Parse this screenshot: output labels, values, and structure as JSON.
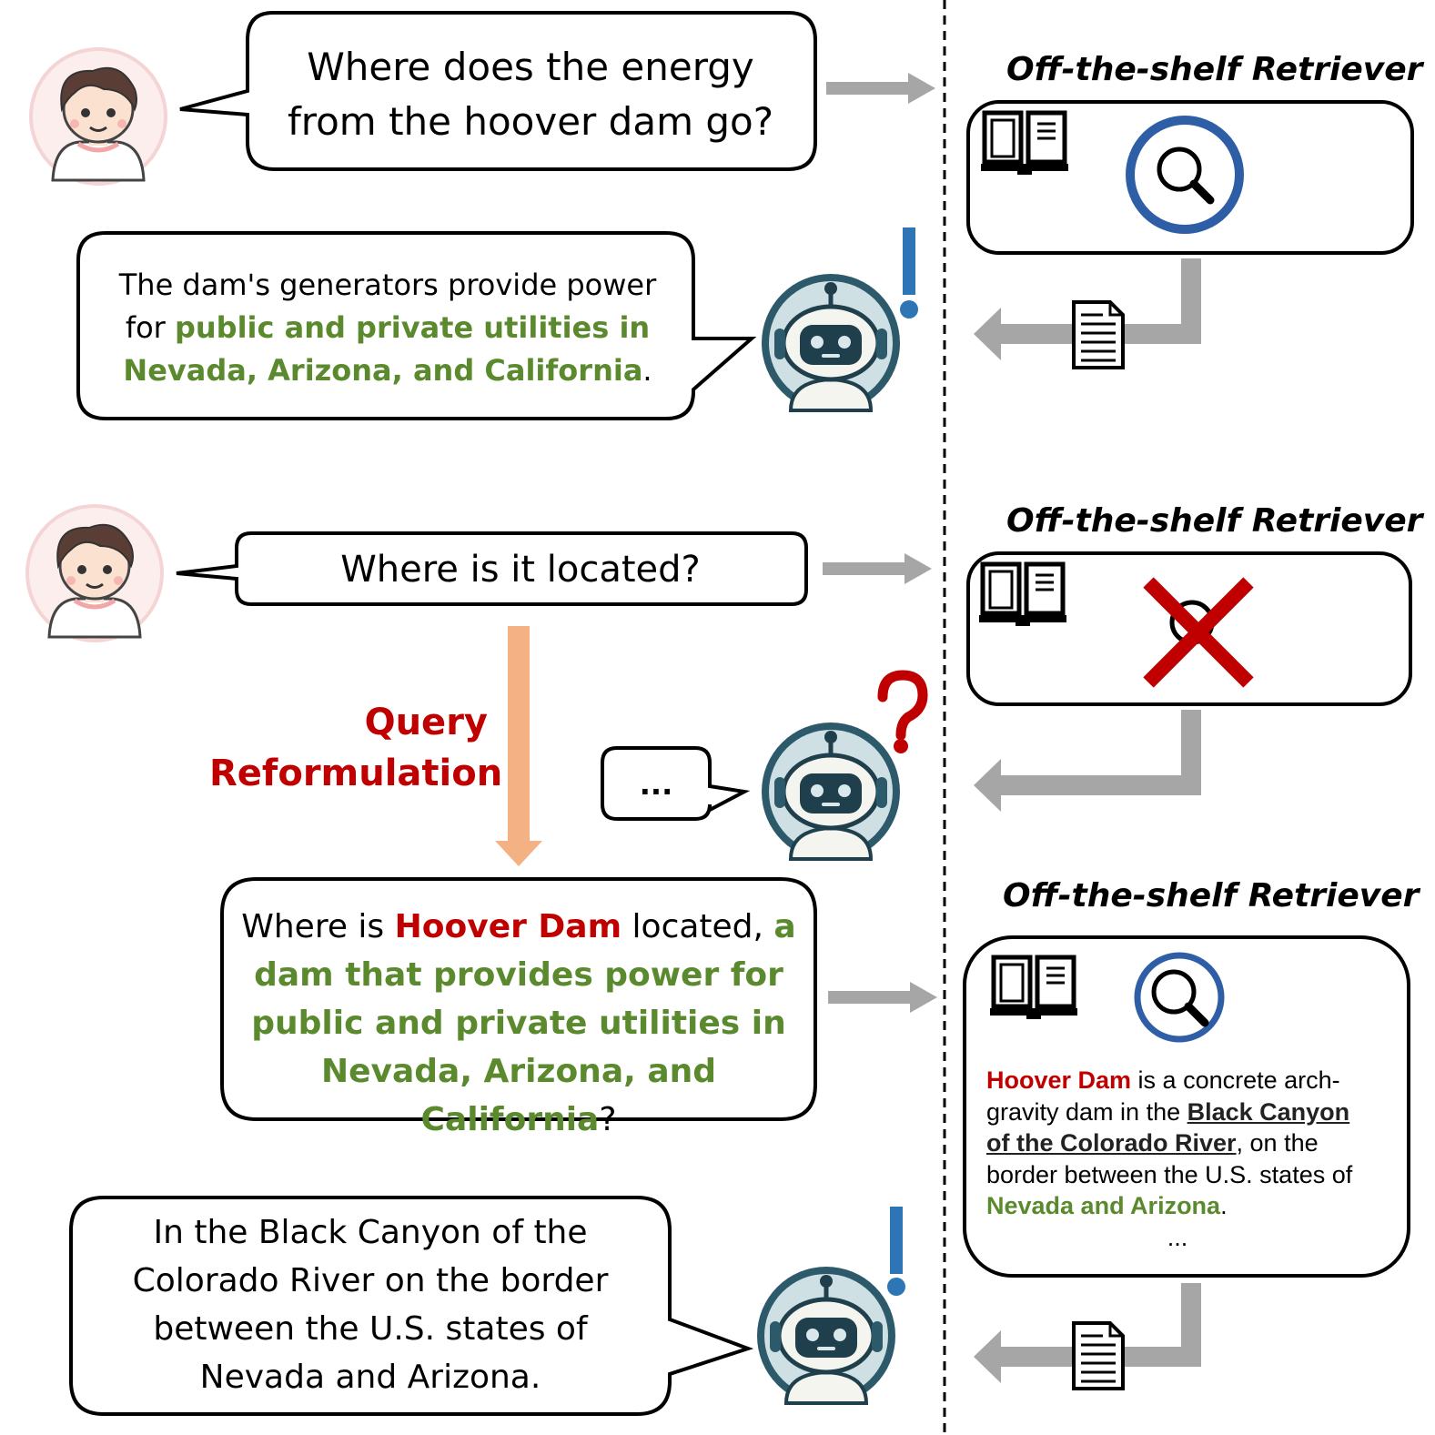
{
  "colors": {
    "green": "#5b8a2e",
    "red": "#c00000",
    "blue": "#2e5fa6",
    "arrow_gray": "#a6a6a6",
    "reformulation_arrow": "#f4b183"
  },
  "icons": [
    "user-avatar-icon",
    "robot-icon",
    "book-icon",
    "magnifier-icon",
    "document-icon",
    "red-x-icon",
    "exclamation-icon",
    "question-mark-icon"
  ],
  "retriever_title": "Off-the-shelf Retriever",
  "turn1": {
    "question_line1": "Where does the energy",
    "question_line2": "from the hoover dam go?",
    "answer_l1": "The dam's generators provide power",
    "answer_l2_plain": "for ",
    "answer_l2_green": "public and private utilities in",
    "answer_l3_green": "Nevada, Arizona, and California",
    "answer_l3_end": "."
  },
  "turn2": {
    "question": "Where is it located?",
    "reformulation_label_1": "Query",
    "reformulation_label_2": "Reformulation",
    "robot_reply": "...",
    "reformulated": {
      "l1_a": "Where is ",
      "l1_red": "Hoover Dam",
      "l1_b": " located, ",
      "l1_green": "a",
      "l2_green": "dam that provides power for",
      "l3_green": "public and private utilities in",
      "l4_green": "Nevada, Arizona, and California",
      "l4_end": "?"
    },
    "passage": {
      "l1_red": "Hoover Dam",
      "l1_rest": " is a concrete arch-",
      "l2_a": "gravity dam in the ",
      "l2_ul": "Black Canyon",
      "l3_ul": "of the Colorado River",
      "l3_rest": ", on the",
      "l4": "border between the U.S. states of",
      "l5_green": "Nevada and Arizona",
      "l5_end": ".",
      "l6": "..."
    },
    "answer_l1": "In the Black Canyon of the",
    "answer_l2": "Colorado River on the border",
    "answer_l3": "between the U.S. states of",
    "answer_l4": "Nevada and Arizona."
  }
}
